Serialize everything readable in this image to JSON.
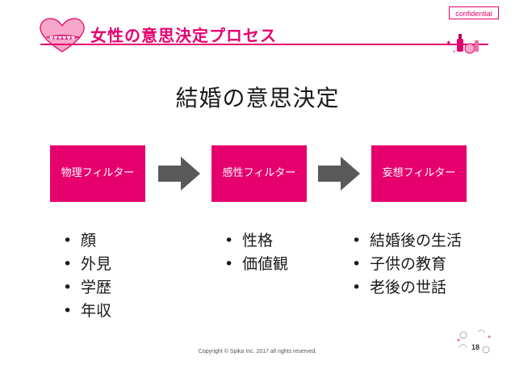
{
  "badge": {
    "label": "confidential"
  },
  "header": {
    "logo_text": "♥♥♥♥♥♥",
    "title": "女性の意思決定プロセス"
  },
  "main": {
    "title": "結婚の意思決定",
    "filters": [
      {
        "label": "物理フィルター"
      },
      {
        "label": "感性フィルター"
      },
      {
        "label": "妄想フィルター"
      }
    ],
    "lists": [
      {
        "items": [
          "顔",
          "外見",
          "学歴",
          "年収"
        ]
      },
      {
        "items": [
          "性格",
          "価値観"
        ]
      },
      {
        "items": [
          "結婚後の生活",
          "子供の教育",
          "老後の世話"
        ]
      }
    ],
    "bullet": "•"
  },
  "footer": {
    "copyright": "Copyright © Spika Inc. 2017 all rights reserved.",
    "page_number": "18"
  },
  "colors": {
    "accent": "#e6006e",
    "arrow": "#595959",
    "text": "#1a1a1a"
  },
  "icons": [
    "heart-logo-icon",
    "cosmetics-decoration-icon",
    "arrow-right-icon",
    "flower-decoration-icon"
  ]
}
